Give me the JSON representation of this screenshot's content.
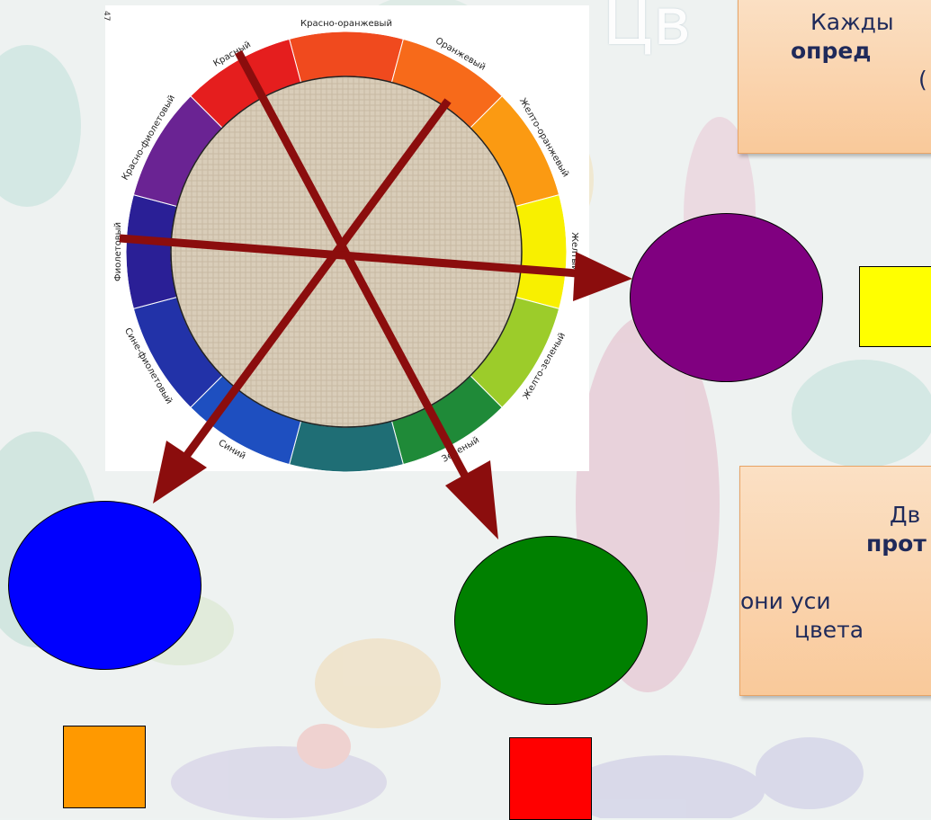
{
  "slide": {
    "title": "Цв"
  },
  "wheel": {
    "page_number": "47",
    "segments": [
      {
        "label": "Красно-оранжевый",
        "color": "#f04a1e"
      },
      {
        "label": "Оранжевый",
        "color": "#f76a1a"
      },
      {
        "label": "Желто-оранжевый",
        "color": "#fb9a12"
      },
      {
        "label": "Желтый",
        "color": "#f8f000"
      },
      {
        "label": "Желто-зеленый",
        "color": "#9ccc2a"
      },
      {
        "label": "Зеленый",
        "color": "#1f8a38"
      },
      {
        "label": "",
        "color": "#1f6e75"
      },
      {
        "label": "Синий",
        "color": "#1e4fc0"
      },
      {
        "label": "Сине-фиолетовый",
        "color": "#2232a8"
      },
      {
        "label": "Фиолетовый",
        "color": "#2a1f96"
      },
      {
        "label": "Красно-фиолетовый",
        "color": "#6a2393"
      },
      {
        "label": "Красный",
        "color": "#e51e1e"
      }
    ],
    "labels_display": {
      "red_orange": "Красно-оранжевый",
      "orange": "Оранжевый",
      "yellow_orange": "Желто-оранжевый",
      "yellow": "Желтый",
      "yellow_green": "Желто-зеленый",
      "green": "Зеленый",
      "blue": "Синий",
      "blue_violet": "Сине-фиолетовый",
      "violet": "Фиолетовый",
      "red_violet": "Красно-фиолетовый",
      "red": "Красный"
    },
    "arrow_color": "#8b0d0d"
  },
  "callouts": {
    "top": {
      "line1": "Кажды",
      "line2_bold": "опред",
      "line3": "("
    },
    "bottom": {
      "line1": "Дв",
      "line2_bold": "прот",
      "line3": "они уси",
      "line4": "цвета"
    }
  },
  "shapes": {
    "purple_circle": {
      "color": "#800080"
    },
    "blue_circle": {
      "color": "#0000ff"
    },
    "green_circle": {
      "color": "#008000"
    },
    "yellow_square": {
      "color": "#ffff00"
    },
    "orange_square": {
      "color": "#ff9900"
    },
    "red_square": {
      "color": "#ff0000"
    }
  }
}
